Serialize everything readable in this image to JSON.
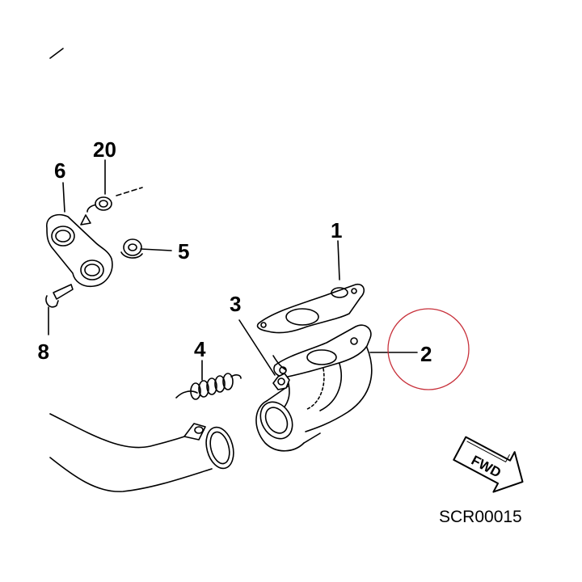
{
  "callouts": {
    "part_1": "1",
    "part_2": "2",
    "part_3": "3",
    "part_4": "4",
    "part_5": "5",
    "part_6": "6",
    "part_8": "8",
    "part_20": "20"
  },
  "fwd_label": "FWD",
  "drawing_code": "SCR00015",
  "colors": {
    "line": "#000000",
    "highlight_circle": "#c8323c",
    "background": "#ffffff"
  },
  "icons": {
    "direction_arrow": "fwd-arrow-icon"
  }
}
